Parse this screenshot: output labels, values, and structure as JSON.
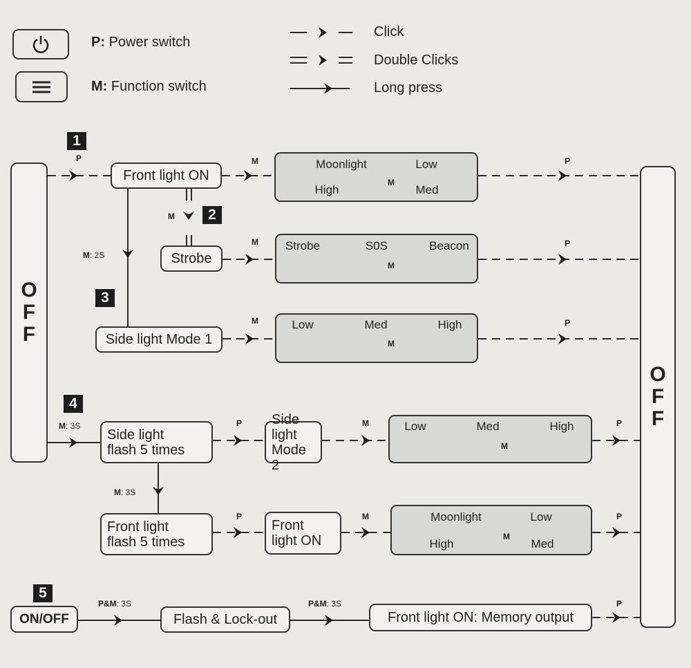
{
  "legend": {
    "power_key": "P:",
    "power_text": "Power switch",
    "function_key": "M:",
    "function_text": "Function switch",
    "click": "Click",
    "double_clicks": "Double Clicks",
    "long_press": "Long press"
  },
  "off_left": "O\nF\nF",
  "off_right": "O\nF\nF",
  "badges": [
    "1",
    "2",
    "3",
    "4",
    "5"
  ],
  "nodes": {
    "front_light_on": "Front light ON",
    "strobe": "Strobe",
    "side_light_mode_1": "Side light Mode 1",
    "side_light_flash": "Side light\nflash 5 times",
    "side_light_mode_2": "Side light\nMode 2",
    "front_light_flash": "Front light\nflash 5 times",
    "front_light_on_2": "Front\nlight ON",
    "on_off": "ON/OFF",
    "flash_lockout": "Flash & Lock-out",
    "memory_output": "Front light ON: Memory output"
  },
  "cycles": [
    {
      "items": [
        "Moonlight",
        "Low",
        "Med",
        "High"
      ],
      "switch": "M"
    },
    {
      "items": [
        "Strobe",
        "S0S",
        "Beacon"
      ],
      "switch": "M"
    },
    {
      "items": [
        "Low",
        "Med",
        "High"
      ],
      "switch": "M"
    },
    {
      "items": [
        "Low",
        "Med",
        "High"
      ],
      "switch": "M"
    },
    {
      "items": [
        "Moonlight",
        "Low",
        "Med",
        "High"
      ],
      "switch": "M"
    }
  ],
  "arrow_labels": {
    "p": "P",
    "m": "M",
    "m_key": "M",
    "hold_2s": ": 2S",
    "hold_3s": ": 3S",
    "pm_key": "P&M",
    "pm_hold": ": 3S"
  }
}
